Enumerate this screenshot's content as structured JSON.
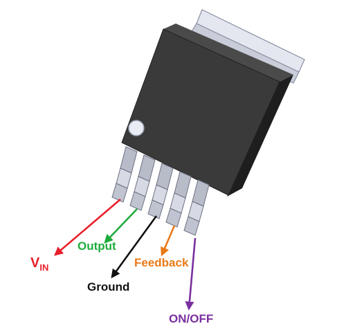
{
  "package": {
    "body_color": "#3a3a3a",
    "tab_color": "#cfd3e0",
    "lead_color": "#c7cad6",
    "pin1_dot_color": "#e9ecf4"
  },
  "pins": [
    {
      "id": "vin",
      "label_main": "V",
      "label_sub": "IN",
      "color": "#e8202a"
    },
    {
      "id": "output",
      "label": "Output",
      "color": "#1fab3c"
    },
    {
      "id": "ground",
      "label": "Ground",
      "color": "#111111"
    },
    {
      "id": "feedback",
      "label": "Feedback",
      "color": "#e87a18"
    },
    {
      "id": "onoff",
      "label": "ON/OFF",
      "color": "#7a2f9e"
    }
  ]
}
